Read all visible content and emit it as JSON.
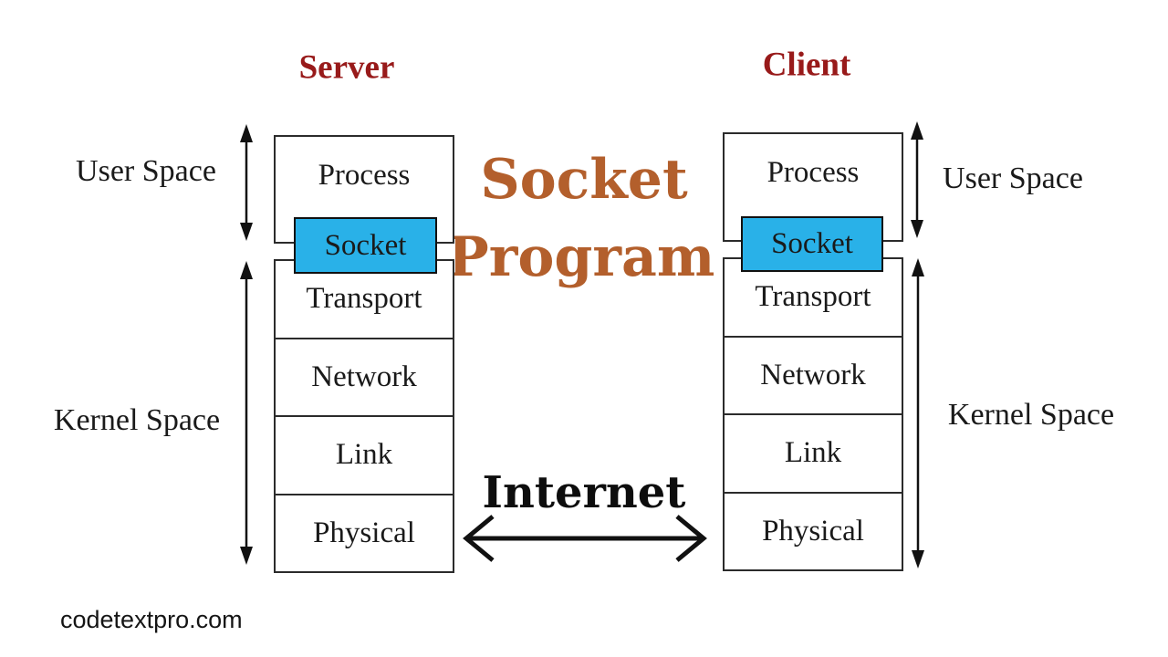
{
  "diagram": {
    "title": {
      "line1": "Socket",
      "line2": "Program"
    },
    "internet_label": "Internet",
    "watermark": "codetextpro.com",
    "server": {
      "title": "Server",
      "user_space_label": "User Space",
      "kernel_space_label": "Kernel Space",
      "process_label": "Process",
      "socket_label": "Socket",
      "layers": [
        "Transport",
        "Network",
        "Link",
        "Physical"
      ]
    },
    "client": {
      "title": "Client",
      "user_space_label": "User Space",
      "kernel_space_label": "Kernel Space",
      "process_label": "Process",
      "socket_label": "Socket",
      "layers": [
        "Transport",
        "Network",
        "Link",
        "Physical"
      ]
    }
  },
  "colors": {
    "host_title": "#981a1a",
    "accent_title": "#b35f2c",
    "socket_fill": "#29b1e8",
    "line": "#111111"
  }
}
